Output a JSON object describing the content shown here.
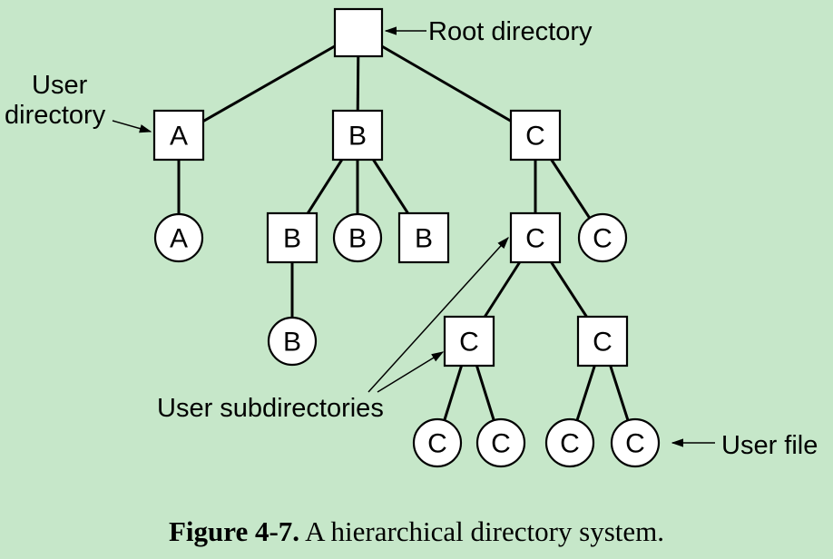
{
  "nodes": [
    {
      "id": "root",
      "type": "directory",
      "label": ""
    },
    {
      "id": "a_dir",
      "type": "directory",
      "label": "A"
    },
    {
      "id": "b_dir",
      "type": "directory",
      "label": "B"
    },
    {
      "id": "c_dir",
      "type": "directory",
      "label": "C"
    },
    {
      "id": "a_file",
      "type": "file",
      "label": "A"
    },
    {
      "id": "b_sub",
      "type": "directory",
      "label": "B"
    },
    {
      "id": "b_file",
      "type": "file",
      "label": "B"
    },
    {
      "id": "b_sub2",
      "type": "directory",
      "label": "B"
    },
    {
      "id": "b_sub_file",
      "type": "file",
      "label": "B"
    },
    {
      "id": "c_sub",
      "type": "directory",
      "label": "C"
    },
    {
      "id": "c_file",
      "type": "file",
      "label": "C"
    },
    {
      "id": "c_sub_left",
      "type": "directory",
      "label": "C"
    },
    {
      "id": "c_sub_right",
      "type": "directory",
      "label": "C"
    },
    {
      "id": "c_file_1",
      "type": "file",
      "label": "C"
    },
    {
      "id": "c_file_2",
      "type": "file",
      "label": "C"
    },
    {
      "id": "c_file_3",
      "type": "file",
      "label": "C"
    },
    {
      "id": "c_file_4",
      "type": "file",
      "label": "C"
    }
  ],
  "edges": [
    [
      "root",
      "a_dir"
    ],
    [
      "root",
      "b_dir"
    ],
    [
      "root",
      "c_dir"
    ],
    [
      "a_dir",
      "a_file"
    ],
    [
      "b_dir",
      "b_sub"
    ],
    [
      "b_dir",
      "b_file"
    ],
    [
      "b_dir",
      "b_sub2"
    ],
    [
      "b_sub",
      "b_sub_file"
    ],
    [
      "c_dir",
      "c_sub"
    ],
    [
      "c_dir",
      "c_file"
    ],
    [
      "c_sub",
      "c_sub_left"
    ],
    [
      "c_sub",
      "c_sub_right"
    ],
    [
      "c_sub_left",
      "c_file_1"
    ],
    [
      "c_sub_left",
      "c_file_2"
    ],
    [
      "c_sub_right",
      "c_file_3"
    ],
    [
      "c_sub_right",
      "c_file_4"
    ]
  ],
  "annotations": {
    "root": "Root directory",
    "user_dir_line1": "User",
    "user_dir_line2": "directory",
    "user_subdirs": "User subdirectories",
    "user_file": "User file"
  },
  "caption": {
    "number": "Figure 4-7.",
    "text": "A hierarchical directory system."
  }
}
